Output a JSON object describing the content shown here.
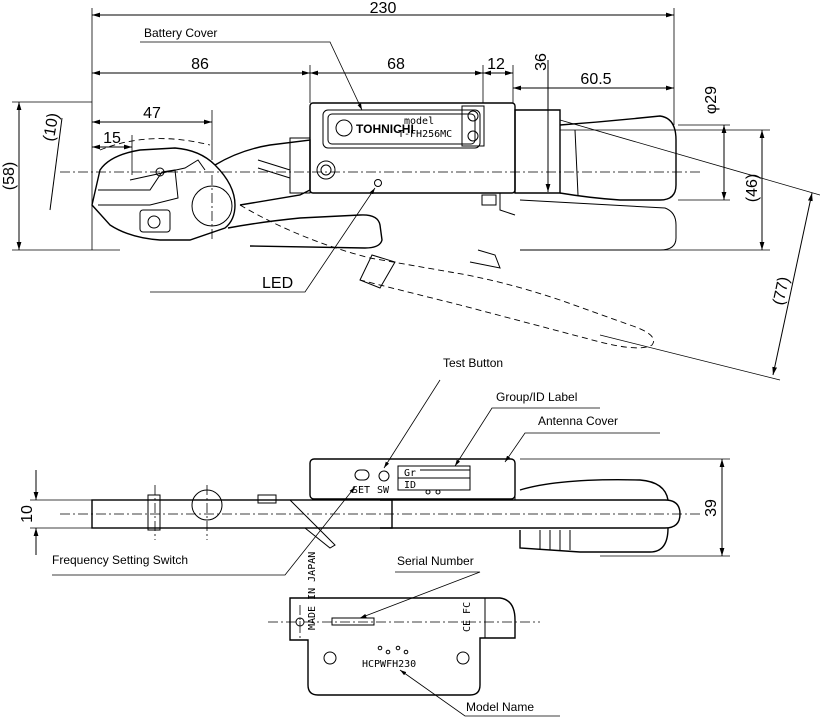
{
  "dimensions": {
    "d230": "230",
    "d86": "86",
    "d68": "68",
    "d12": "12",
    "d36": "36",
    "d60_5": "60.5",
    "d29": "φ29",
    "d47": "47",
    "d15": "15",
    "d10p": "(10)",
    "d58": "(58)",
    "d46": "(46)",
    "d77": "(77)",
    "d10": "10",
    "d39": "39"
  },
  "callouts": {
    "battery_cover": "Battery Cover",
    "led": "LED",
    "test_button": "Test Button",
    "group_id_label": "Group/ID Label",
    "antenna_cover": "Antenna Cover",
    "frequency_setting_switch": "Frequency Setting Switch",
    "serial_number": "Serial Number",
    "model_name": "Model Name"
  },
  "device_text": {
    "brand": "TOHNICHI",
    "model_prefix": "model",
    "model": "T-FH256MC",
    "set": "SET",
    "sw": "SW",
    "gr": "Gr",
    "id": "ID",
    "plate_model": "HCPWFH230"
  }
}
